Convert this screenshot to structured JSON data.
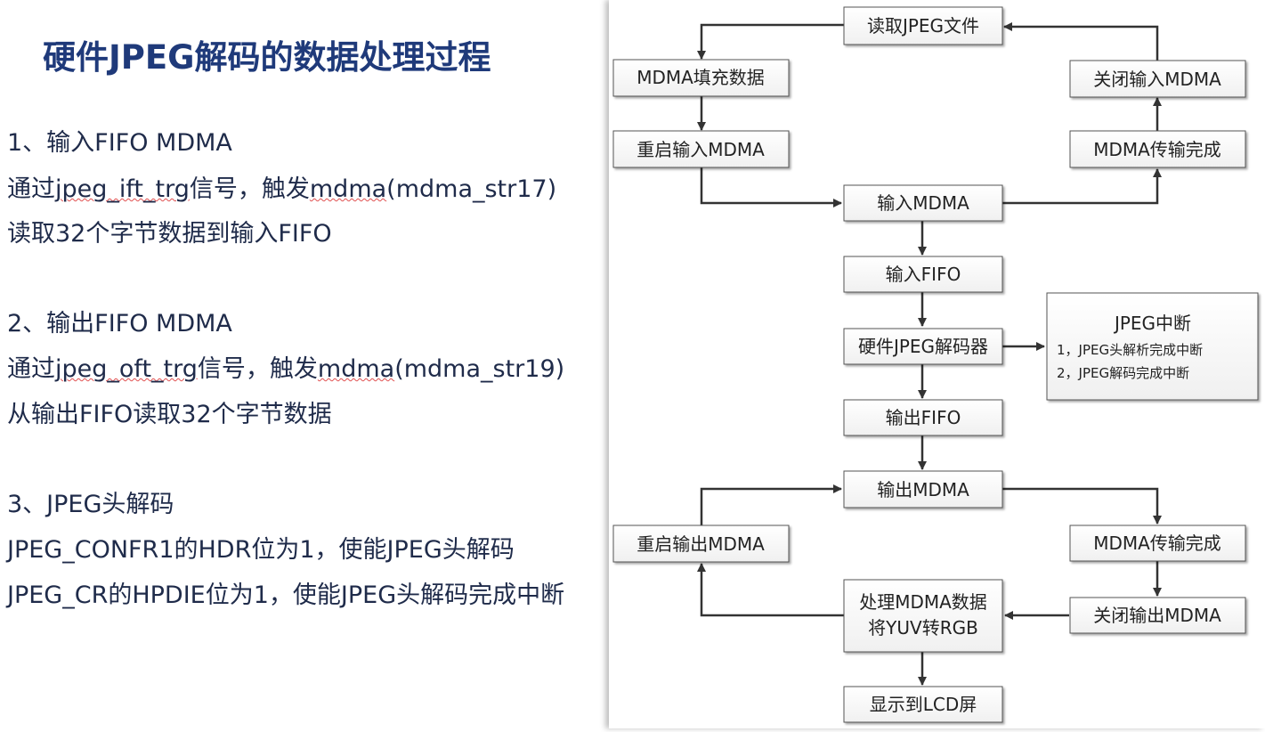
{
  "slide": {
    "title": "硬件JPEG解码的数据处理过程",
    "sections": [
      {
        "heading": "1、输入FIFO MDMA",
        "lines": [
          [
            "通过",
            "jpeg_ift_trg",
            "信号，触发",
            "mdma",
            "(mdma_str17)"
          ],
          [
            "读取32个字节数据到输入FIFO"
          ]
        ]
      },
      {
        "heading": "2、输出FIFO MDMA",
        "lines": [
          [
            "通过",
            "jpeg_oft_trg",
            "信号，触发",
            "mdma",
            "(mdma_str19)"
          ],
          [
            "从输出FIFO读取32个字节数据"
          ]
        ]
      },
      {
        "heading": "3、JPEG头解码",
        "lines": [
          [
            "JPEG_CONFR1的HDR位为1，使能JPEG头解码"
          ],
          [
            "JPEG_CR的HPDIE位为1，使能JPEG头解码完成中断"
          ]
        ]
      }
    ]
  },
  "diagram": {
    "nodes": {
      "read_jpeg": "读取JPEG文件",
      "mdma_fill": "MDMA填充数据",
      "close_in_mdma": "关闭输入MDMA",
      "restart_in_mdma": "重启输入MDMA",
      "mdma_done_in": "MDMA传输完成",
      "in_mdma": "输入MDMA",
      "in_fifo": "输入FIFO",
      "hw_decoder": "硬件JPEG解码器",
      "interrupt_title": "JPEG中断",
      "interrupt_1": "1，JPEG头解析完成中断",
      "interrupt_2": "2，JPEG解码完成中断",
      "out_fifo": "输出FIFO",
      "out_mdma": "输出MDMA",
      "restart_out_mdma": "重启输出MDMA",
      "mdma_done_out": "MDMA传输完成",
      "process_line1": "处理MDMA数据",
      "process_line2": "将YUV转RGB",
      "close_out_mdma": "关闭输出MDMA",
      "lcd": "显示到LCD屏"
    }
  }
}
